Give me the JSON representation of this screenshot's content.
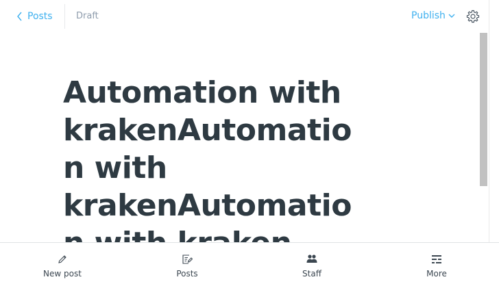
{
  "header": {
    "back_label": "Posts",
    "status": "Draft",
    "publish_label": "Publish"
  },
  "editor": {
    "title": "Automation with krakenAutomation with krakenAutomation with kraken edited"
  },
  "bottom_nav": {
    "items": [
      {
        "label": "New post",
        "icon": "pencil-icon"
      },
      {
        "label": "Posts",
        "icon": "document-edit-icon"
      },
      {
        "label": "Staff",
        "icon": "staff-icon"
      },
      {
        "label": "More",
        "icon": "menu-icon"
      }
    ]
  },
  "colors": {
    "accent": "#3eb0ef",
    "muted": "#8e9cac",
    "title": "#2e3a42"
  }
}
